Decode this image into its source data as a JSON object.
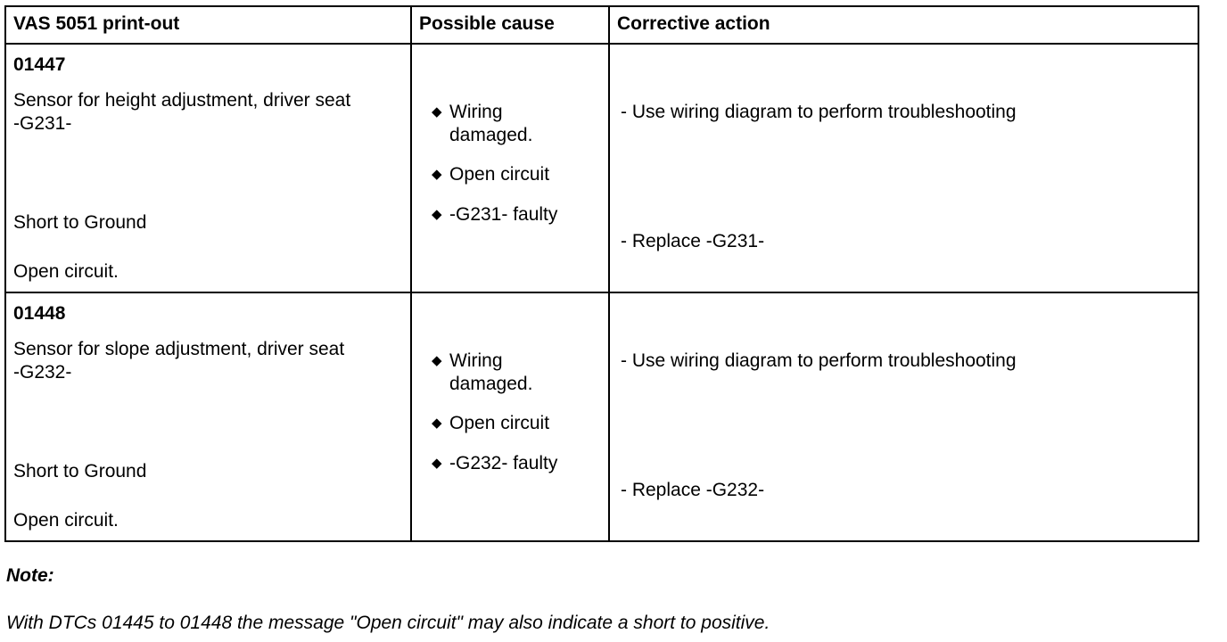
{
  "headers": {
    "printout": "VAS 5051 print-out",
    "cause": "Possible cause",
    "action": "Corrective action"
  },
  "rows": [
    {
      "code": "01447",
      "component_line1": "Sensor for height adjustment, driver seat",
      "component_line2": "-G231-",
      "fault1": "Short to Ground",
      "fault2": "Open circuit.",
      "causes": {
        "wiring_line1": "Wiring",
        "wiring_line2": "damaged.",
        "open": "Open circuit",
        "faulty": "-G231- faulty"
      },
      "actions": {
        "troubleshoot": "- Use wiring diagram to perform troubleshooting",
        "replace": "- Replace -G231-"
      }
    },
    {
      "code": "01448",
      "component_line1": "Sensor for slope adjustment, driver seat",
      "component_line2": "-G232-",
      "fault1": "Short to Ground",
      "fault2": "Open circuit.",
      "causes": {
        "wiring_line1": "Wiring",
        "wiring_line2": "damaged.",
        "open": "Open circuit",
        "faulty": "-G232- faulty"
      },
      "actions": {
        "troubleshoot": "- Use wiring diagram to perform troubleshooting",
        "replace": "- Replace -G232-"
      }
    }
  ],
  "note": {
    "title": "Note:",
    "text": "With DTCs 01445 to 01448 the message \"Open circuit\" may also indicate a short to positive."
  },
  "icons": {
    "bullet": "diamond-bullet-icon"
  }
}
